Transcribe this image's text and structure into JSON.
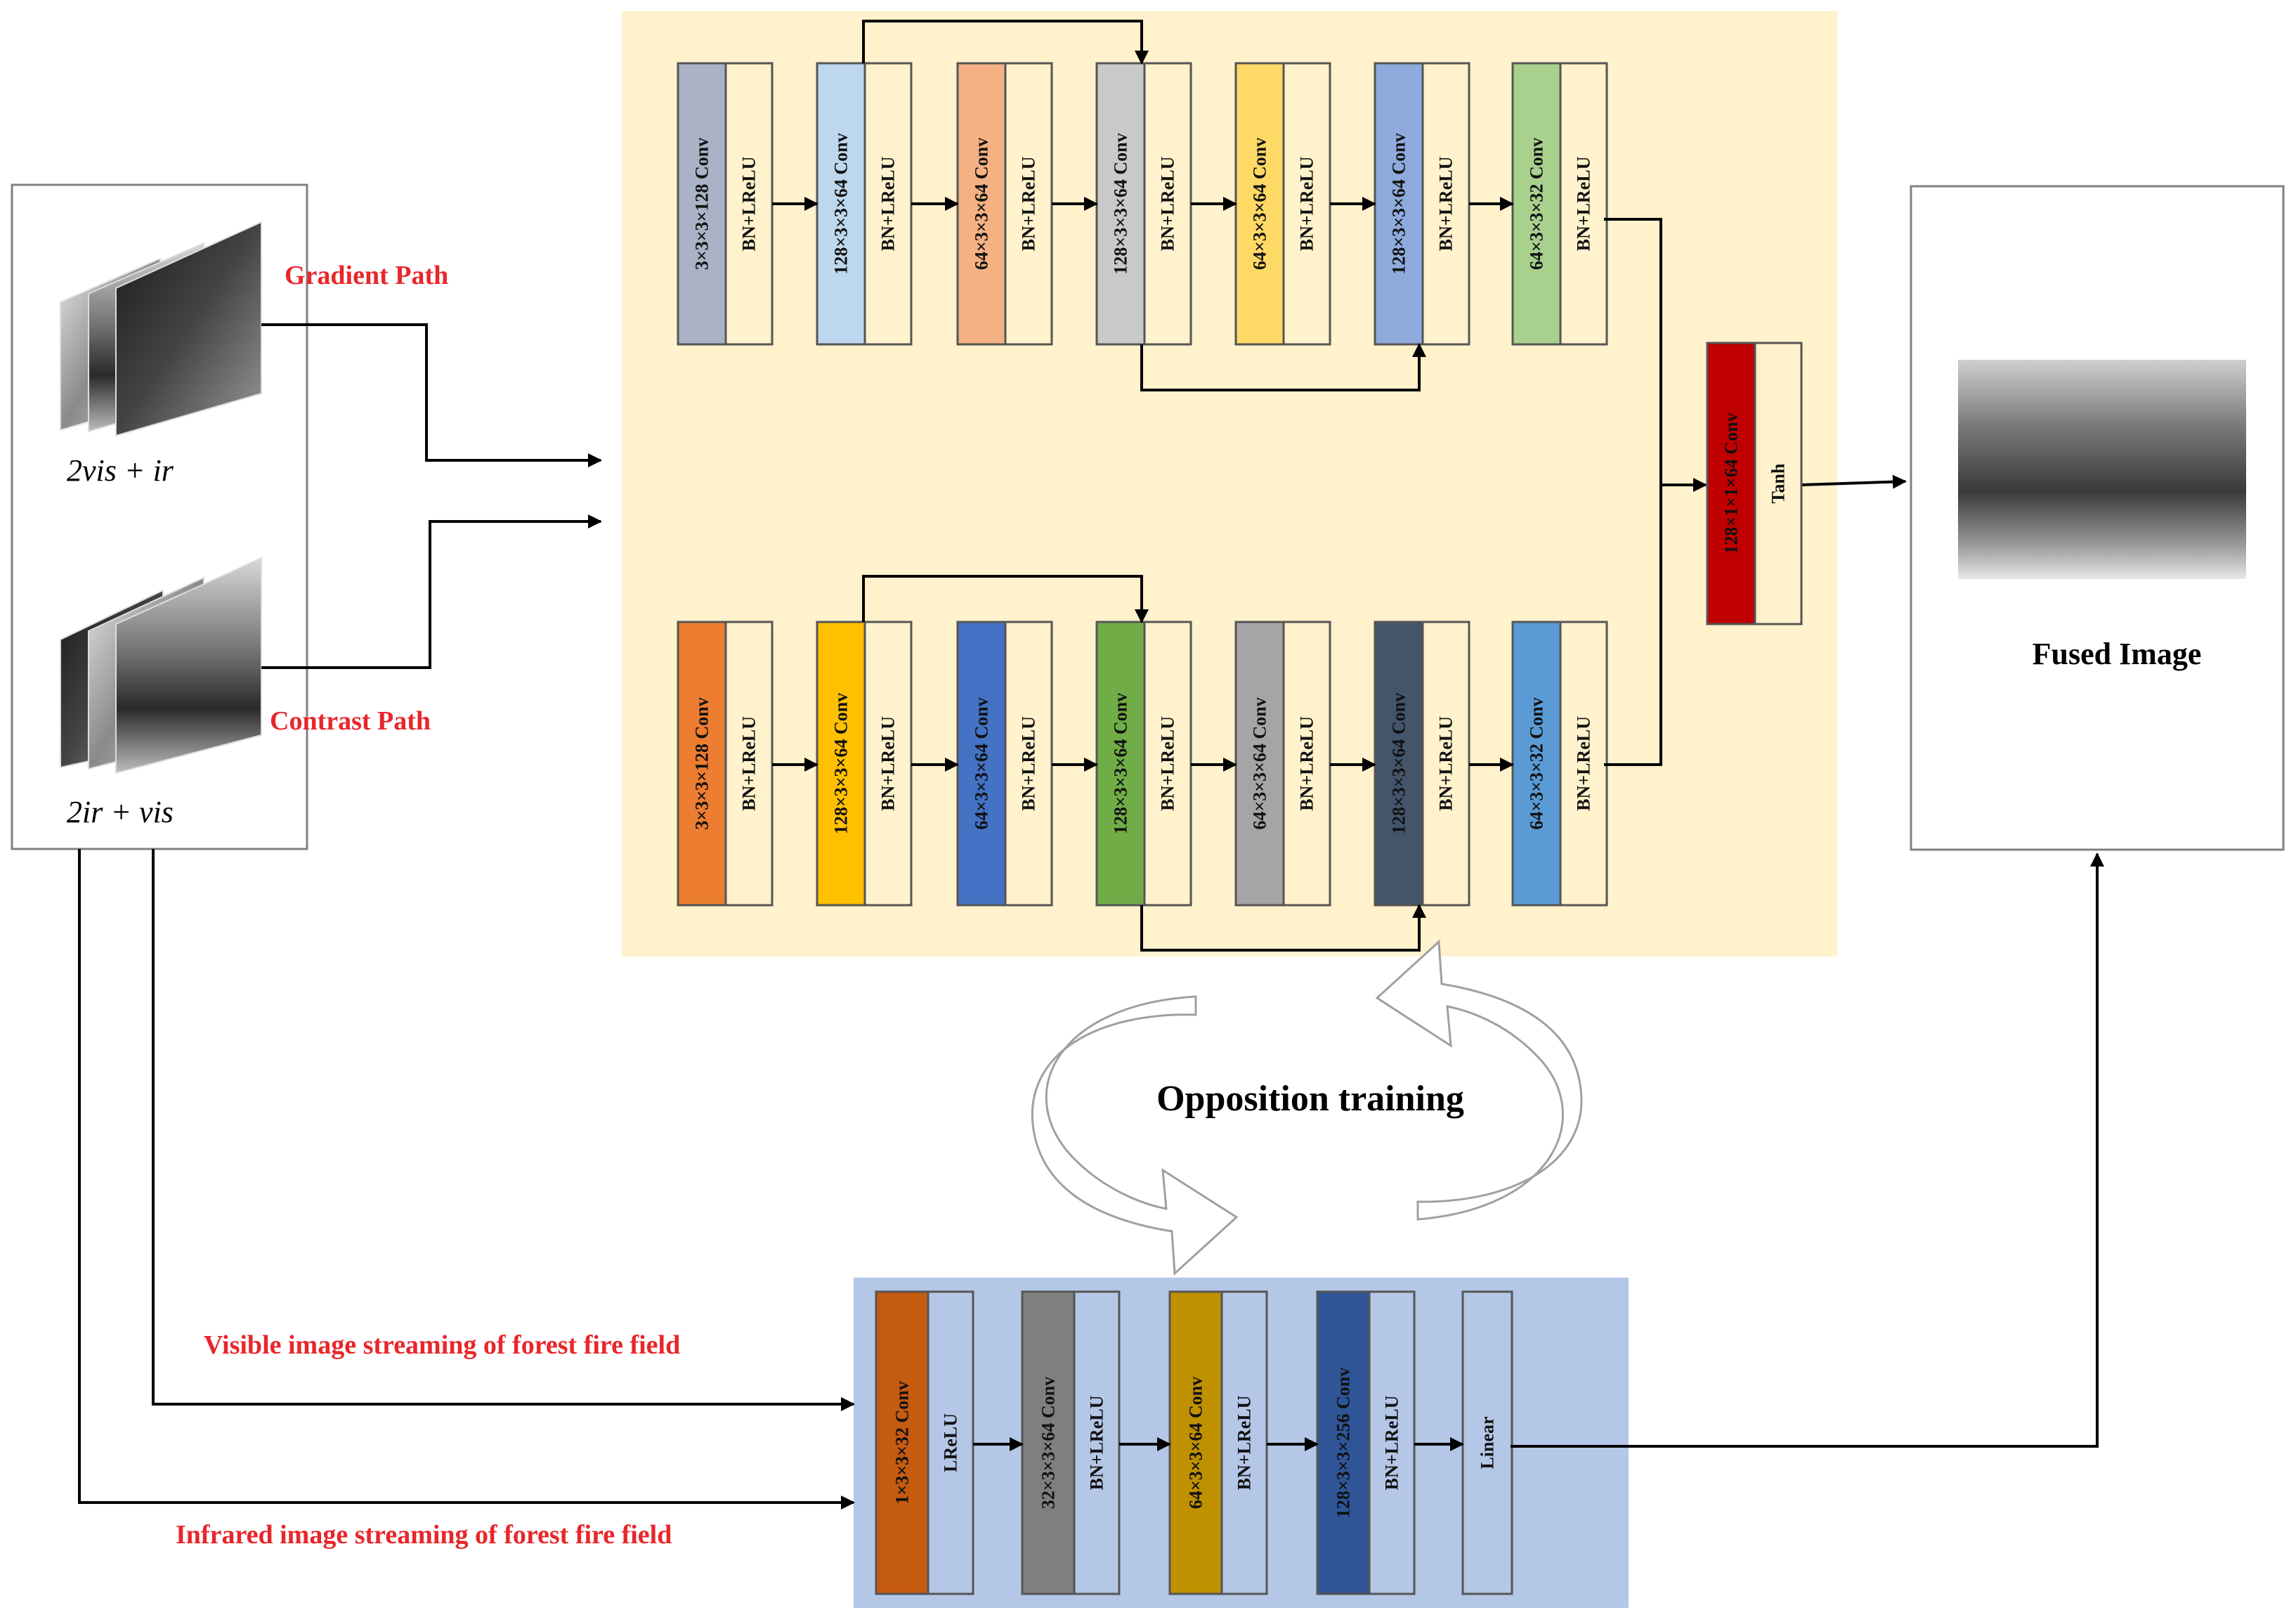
{
  "input_panel": {
    "gradient_label": "Gradient Path",
    "gradient_formula": "2vis + ir",
    "contrast_label": "Contrast Path",
    "contrast_formula": "2ir + vis"
  },
  "generator": {
    "top_row": [
      {
        "conv": "3×3×3×128 Conv",
        "act": "BN+LReLU",
        "color": "#aab3c5"
      },
      {
        "conv": "128×3×3×64 Conv",
        "act": "BN+LReLU",
        "color": "#bdd7ee"
      },
      {
        "conv": "64×3×3×64 Conv",
        "act": "BN+LReLU",
        "color": "#f4b183"
      },
      {
        "conv": "128×3×3×64 Conv",
        "act": "BN+LReLU",
        "color": "#c9c9c9"
      },
      {
        "conv": "64×3×3×64 Conv",
        "act": "BN+LReLU",
        "color": "#ffd966"
      },
      {
        "conv": "128×3×3×64 Conv",
        "act": "BN+LReLU",
        "color": "#8faadc"
      },
      {
        "conv": "64×3×3×32 Conv",
        "act": "BN+LReLU",
        "color": "#a9d18e"
      }
    ],
    "bottom_row": [
      {
        "conv": "3×3×3×128 Conv",
        "act": "BN+LReLU",
        "color": "#ed7d31"
      },
      {
        "conv": "128×3×3×64 Conv",
        "act": "BN+LReLU",
        "color": "#ffc000"
      },
      {
        "conv": "64×3×3×64 Conv",
        "act": "BN+LReLU",
        "color": "#4472c4"
      },
      {
        "conv": "128×3×3×64 Conv",
        "act": "BN+LReLU",
        "color": "#70ad47"
      },
      {
        "conv": "64×3×3×64 Conv",
        "act": "BN+LReLU",
        "color": "#a5a5a5"
      },
      {
        "conv": "128×3×3×64 Conv",
        "act": "BN+LReLU",
        "color": "#44546a"
      },
      {
        "conv": "64×3×3×32 Conv",
        "act": "BN+LReLU",
        "color": "#5b9bd5"
      }
    ],
    "final": {
      "conv": "128×1×1×64 Conv",
      "act": "Tanh",
      "color": "#c00000"
    }
  },
  "output_panel": {
    "label": "Fused Image"
  },
  "training_label": "Opposition training",
  "discriminator": {
    "blocks": [
      {
        "conv": "1×3×3×32 Conv",
        "act": "LReLU",
        "color": "#c55a11"
      },
      {
        "conv": "32×3×3×64 Conv",
        "act": "BN+LReLU",
        "color": "#7f7f7f"
      },
      {
        "conv": "64×3×3×64 Conv",
        "act": "BN+LReLU",
        "color": "#bf9000"
      },
      {
        "conv": "128×3×3×256 Conv",
        "act": "BN+LReLU",
        "color": "#2f5597"
      }
    ],
    "linear": "Linear"
  },
  "streams": {
    "visible": "Visible image streaming of forest fire field",
    "infrared": "Infrared image streaming of forest fire field"
  },
  "colors": {
    "generator_bg": "#fff2cc",
    "discriminator_bg": "#b4c7e7",
    "act_panel": "#fff2cc",
    "disc_act_panel": "#b4c7e7",
    "label_red": "#e8262b"
  }
}
